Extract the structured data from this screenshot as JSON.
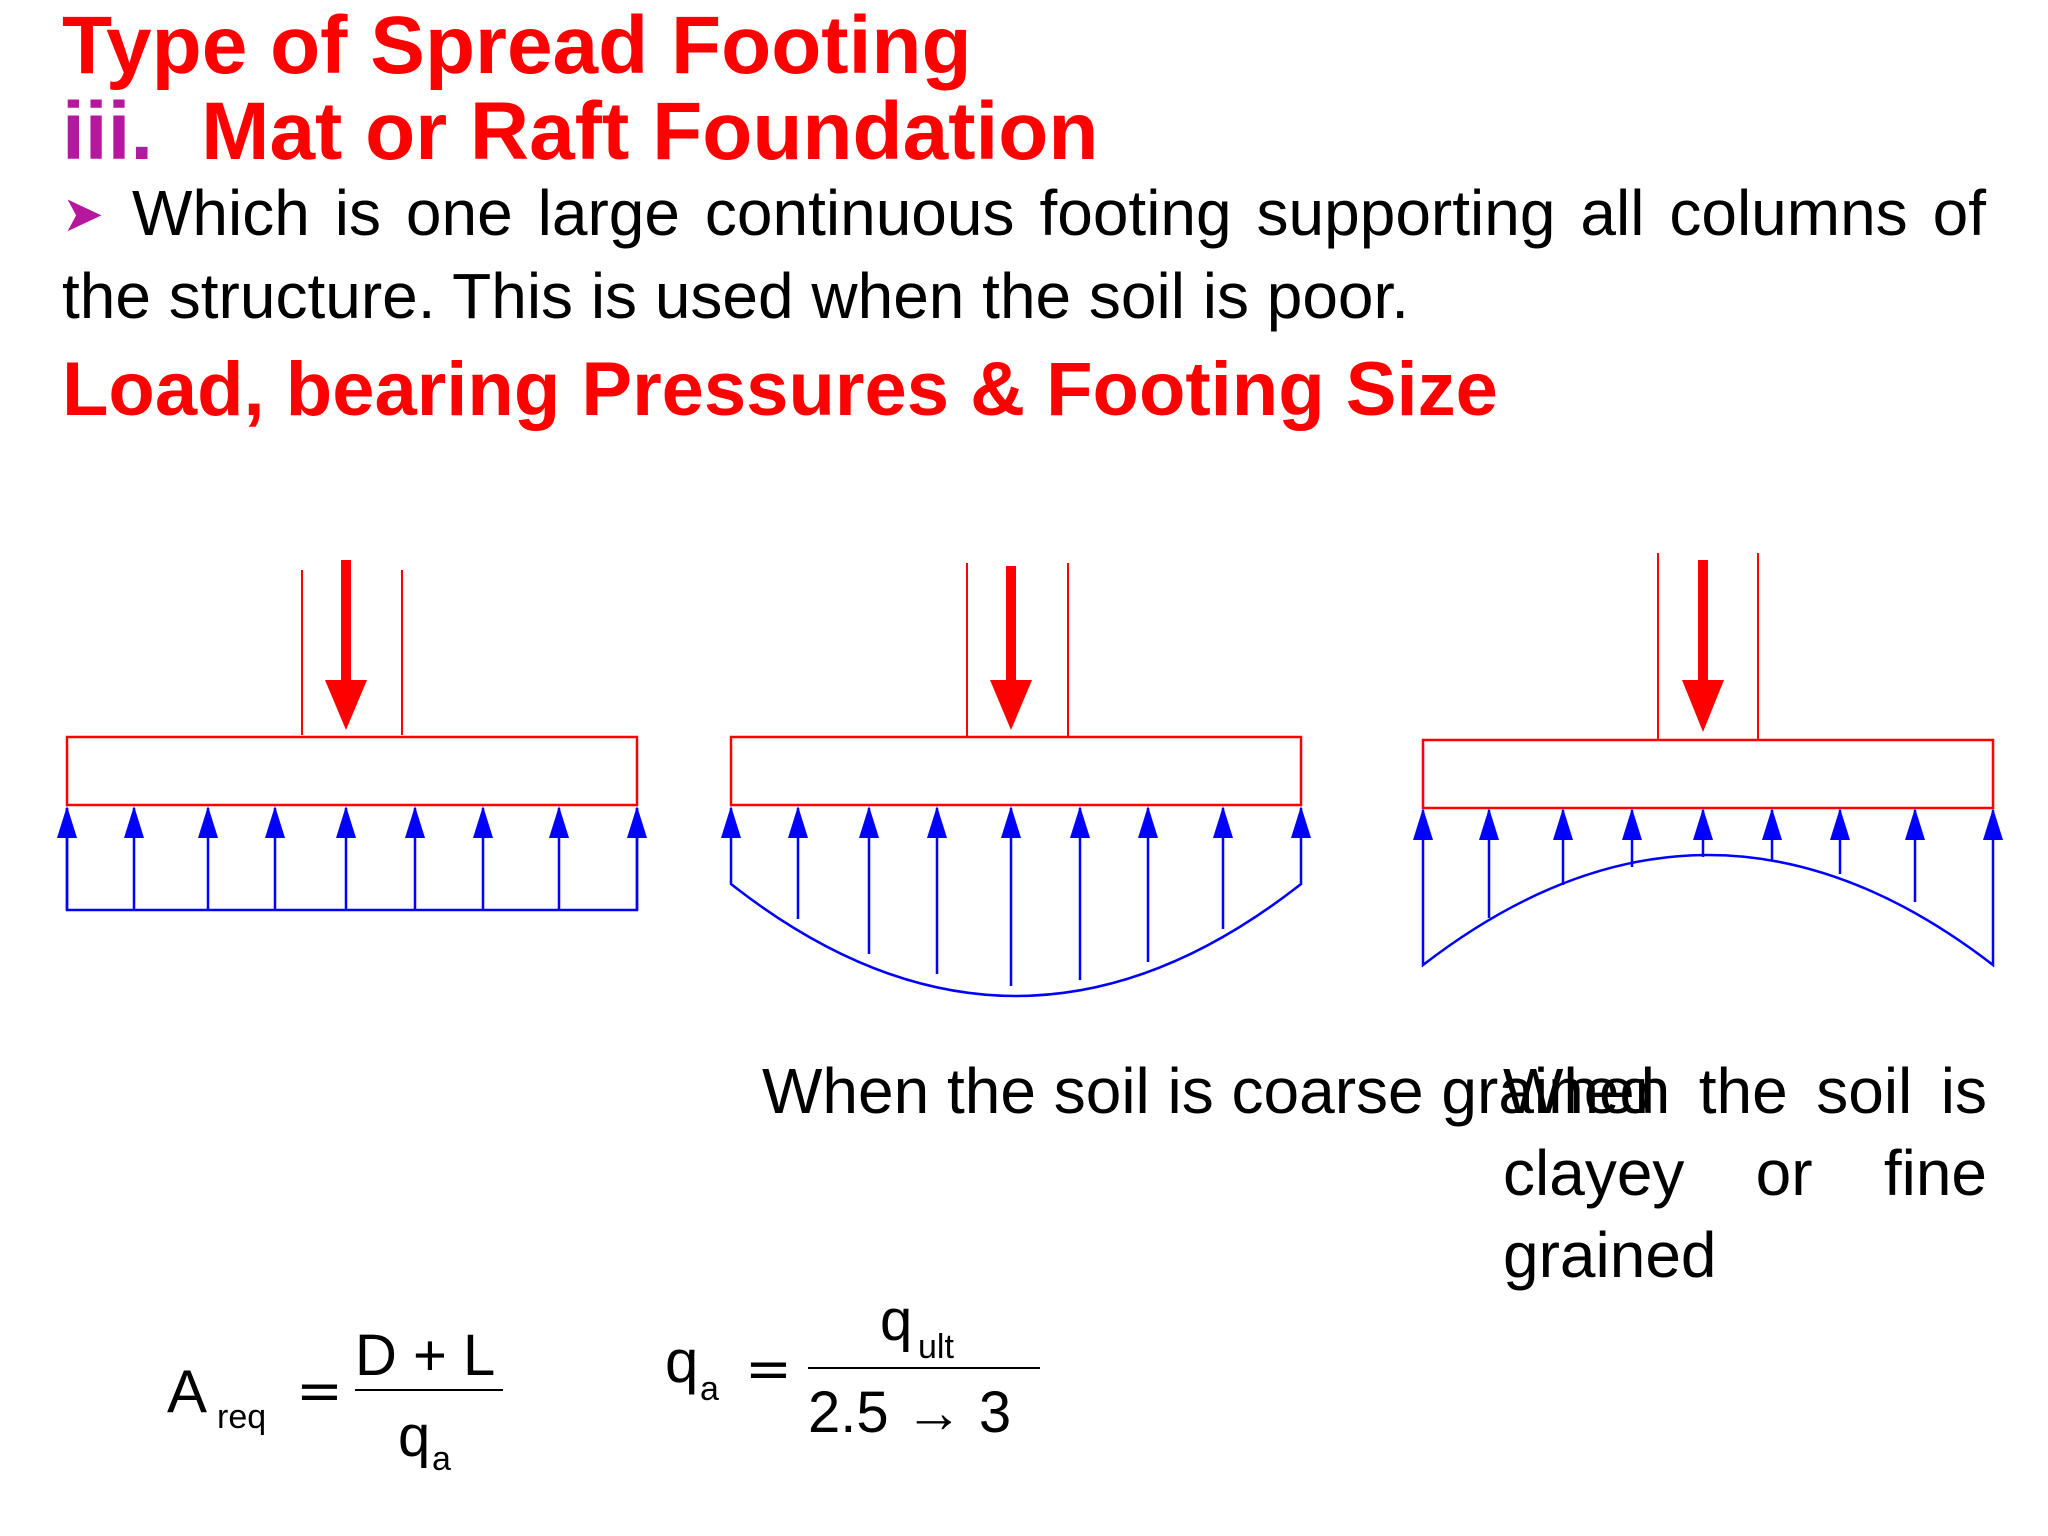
{
  "title": "Type of Spread Footing",
  "subtitle": {
    "number": "iii.",
    "text": "Mat or Raft Foundation"
  },
  "bullet_icon": "arrow-bullet-icon",
  "description": "Which is one large continuous footing supporting all columns of the structure. This is used when the soil is poor.",
  "section_heading": "Load, bearing Pressures & Footing Size",
  "diagrams": [
    {
      "pressure_shape": "uniform",
      "caption": ""
    },
    {
      "pressure_shape": "concave (max at center)",
      "caption": "When the soil is coarse grained"
    },
    {
      "pressure_shape": "convex (max at edges)",
      "caption": "When the soil is clayey or fine grained"
    }
  ],
  "equations": {
    "area": {
      "lhs": "A",
      "lhs_sub": "req",
      "eq": "=",
      "num": "D + L",
      "den": "q",
      "den_sub": "a"
    },
    "allowable": {
      "lhs": "q",
      "lhs_sub": "a",
      "eq": "=",
      "num": "q",
      "num_sub": "ult",
      "den": "2.5 → 3"
    }
  },
  "colors": {
    "title_red": "#ff0000",
    "number_purple": "#b5179e",
    "footing_red": "#ff0000",
    "pressure_blue": "#0000ff",
    "text": "#000000"
  }
}
